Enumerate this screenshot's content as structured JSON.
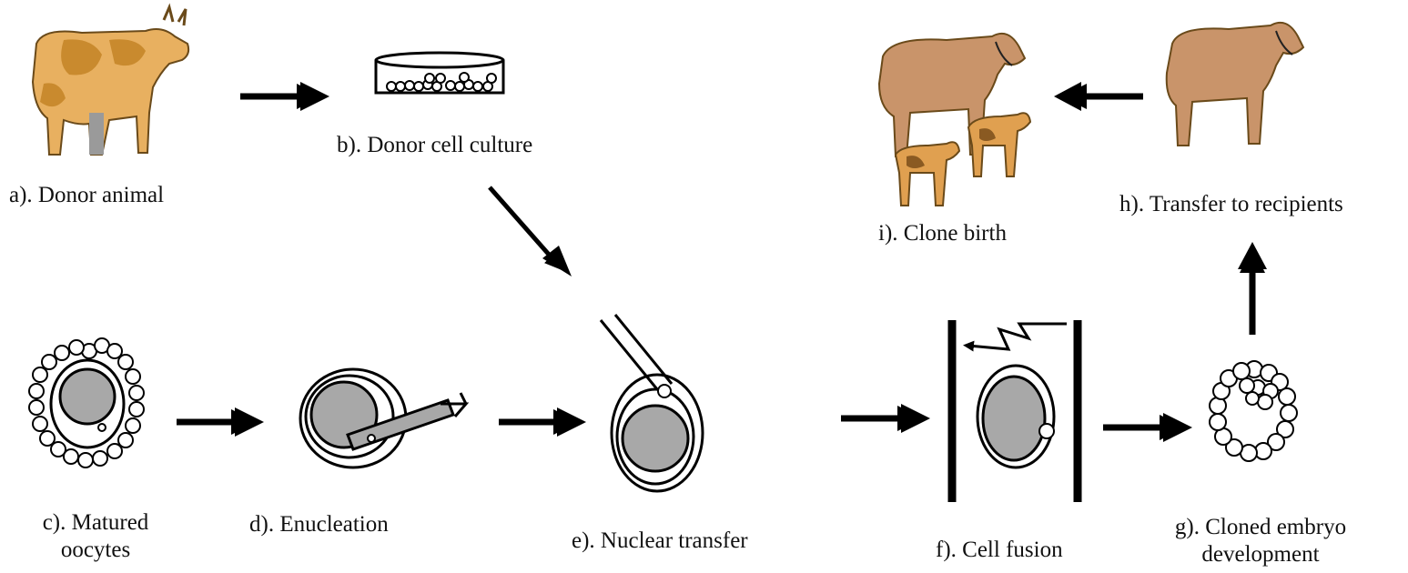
{
  "steps": {
    "a": {
      "label": "a). Donor animal"
    },
    "b": {
      "label": "b). Donor cell culture"
    },
    "c": {
      "label_line1": "c). Matured",
      "label_line2": "oocytes"
    },
    "d": {
      "label": "d). Enucleation"
    },
    "e": {
      "label": "e). Nuclear transfer"
    },
    "f": {
      "label": "f). Cell fusion"
    },
    "g": {
      "label_line1": "g). Cloned embryo",
      "label_line2": "development"
    },
    "h": {
      "label": "h). Transfer to recipients"
    },
    "i": {
      "label": "i). Clone birth"
    }
  },
  "colors": {
    "cow_spotted_body": "#e8b060",
    "cow_spotted_patch": "#c98a2e",
    "cow_tan": "#c9946a",
    "cell_gray": "#a8a8a8",
    "ink": "#000000"
  }
}
